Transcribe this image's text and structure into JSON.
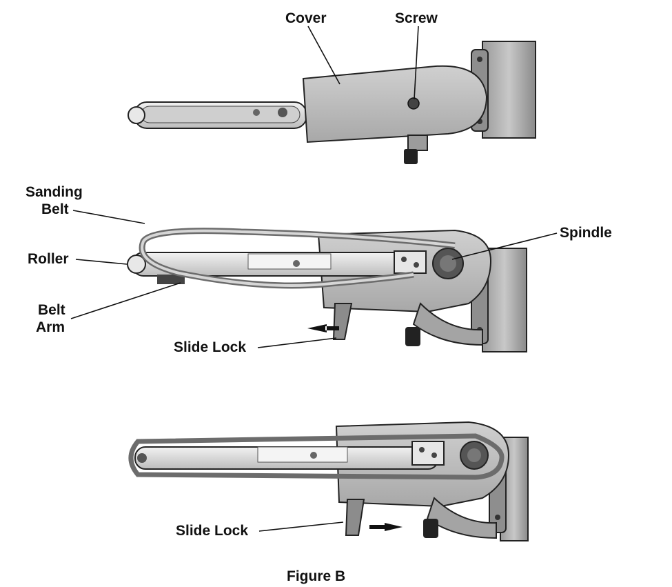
{
  "labels": {
    "cover": "Cover",
    "screw": "Screw",
    "sanding_belt_line1": "Sanding",
    "sanding_belt_line2": "Belt",
    "roller": "Roller",
    "belt_arm_line1": "Belt",
    "belt_arm_line2": "Arm",
    "spindle": "Spindle",
    "slide_lock_middle": "Slide Lock",
    "slide_lock_bottom": "Slide Lock"
  },
  "caption": "Figure B",
  "colors": {
    "metal_light": "#e4e4e4",
    "metal_mid": "#b9b9b9",
    "metal_dark": "#7d7d7d",
    "ink": "#111111"
  }
}
